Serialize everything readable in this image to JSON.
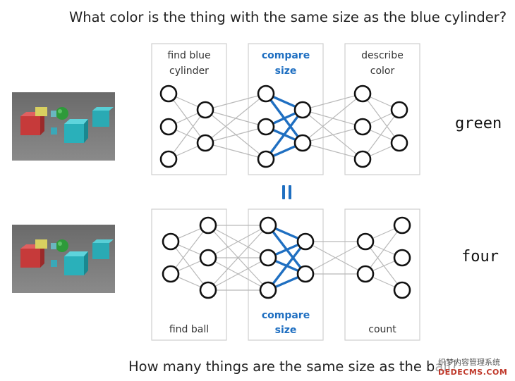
{
  "questions": {
    "top": "What color is the thing with the same size as the blue cylinder?",
    "bottom": "How many things are the same size as the ball?"
  },
  "answers": {
    "top": "green",
    "bottom": "four"
  },
  "modules": {
    "top": [
      {
        "line1": "find blue",
        "line2": "cylinder",
        "highlighted": false
      },
      {
        "line1": "compare",
        "line2": "size",
        "highlighted": true
      },
      {
        "line1": "describe",
        "line2": "color",
        "highlighted": false
      }
    ],
    "bottom": [
      {
        "line1": "find ball",
        "line2": "",
        "highlighted": false
      },
      {
        "line1": "compare",
        "line2": "size",
        "highlighted": true
      },
      {
        "line1": "count",
        "line2": "",
        "highlighted": false
      }
    ]
  },
  "equals_symbol": "=",
  "colors": {
    "accent": "#1f6fc1",
    "edge": "#b9b9b9",
    "node_stroke": "#111111",
    "box_stroke": "#cfcfcf"
  },
  "watermark": {
    "line1": "织梦内容管理系统",
    "line2": "DEDECMS.COM"
  }
}
